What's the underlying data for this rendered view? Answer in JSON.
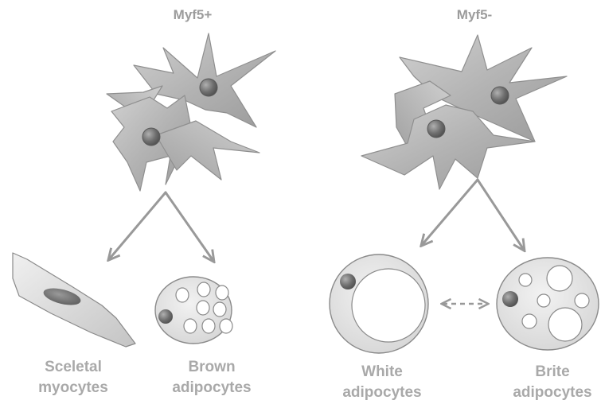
{
  "headers": {
    "left": "Myf5+",
    "right": "Myf5-"
  },
  "cells": {
    "skeletal": {
      "line1": "Sceletal",
      "line2": "myocytes"
    },
    "brown": {
      "line1": "Brown",
      "line2": "adipocytes"
    },
    "white": {
      "line1": "White",
      "line2": "adipocytes"
    },
    "brite": {
      "line1": "Brite",
      "line2": "adipocytes"
    }
  },
  "colors": {
    "progenitor_fill": "#b8b8b8",
    "progenitor_stroke": "#8f8f8f",
    "arrow": "#999999",
    "label_text": "#a9a9a9",
    "lipid_droplet": "#ffffff",
    "nucleus": "#707070"
  }
}
